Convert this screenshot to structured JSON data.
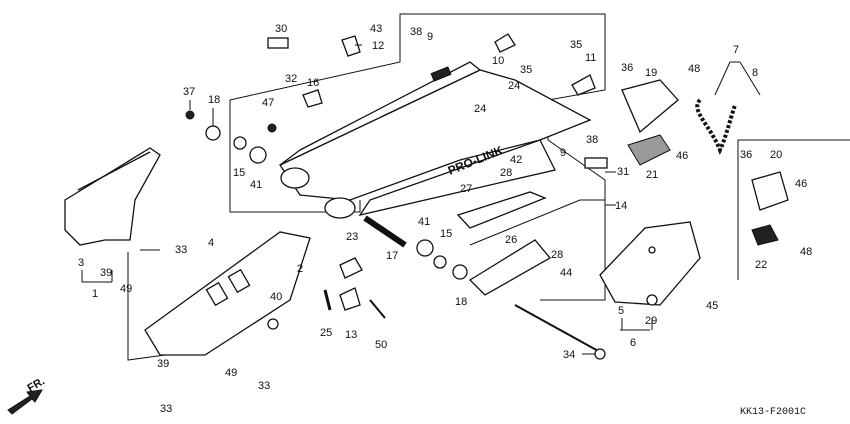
{
  "diagram": {
    "brand_text": "PRO-LINK",
    "direction_label": "FR.",
    "drawing_code": "KK13-F2001C",
    "callouts": [
      "30",
      "43",
      "12",
      "38",
      "9",
      "10",
      "35",
      "35",
      "11",
      "36",
      "19",
      "48",
      "7",
      "8",
      "37",
      "18",
      "32",
      "16",
      "47",
      "24",
      "24",
      "15",
      "41",
      "27",
      "42",
      "28",
      "9",
      "38",
      "31",
      "46",
      "21",
      "14",
      "36",
      "20",
      "46",
      "48",
      "22",
      "3",
      "39",
      "49",
      "1",
      "33",
      "4",
      "2",
      "23",
      "17",
      "41",
      "15",
      "26",
      "28",
      "44",
      "18",
      "40",
      "25",
      "13",
      "50",
      "5",
      "29",
      "6",
      "45",
      "34",
      "39",
      "49",
      "33",
      "33"
    ]
  }
}
